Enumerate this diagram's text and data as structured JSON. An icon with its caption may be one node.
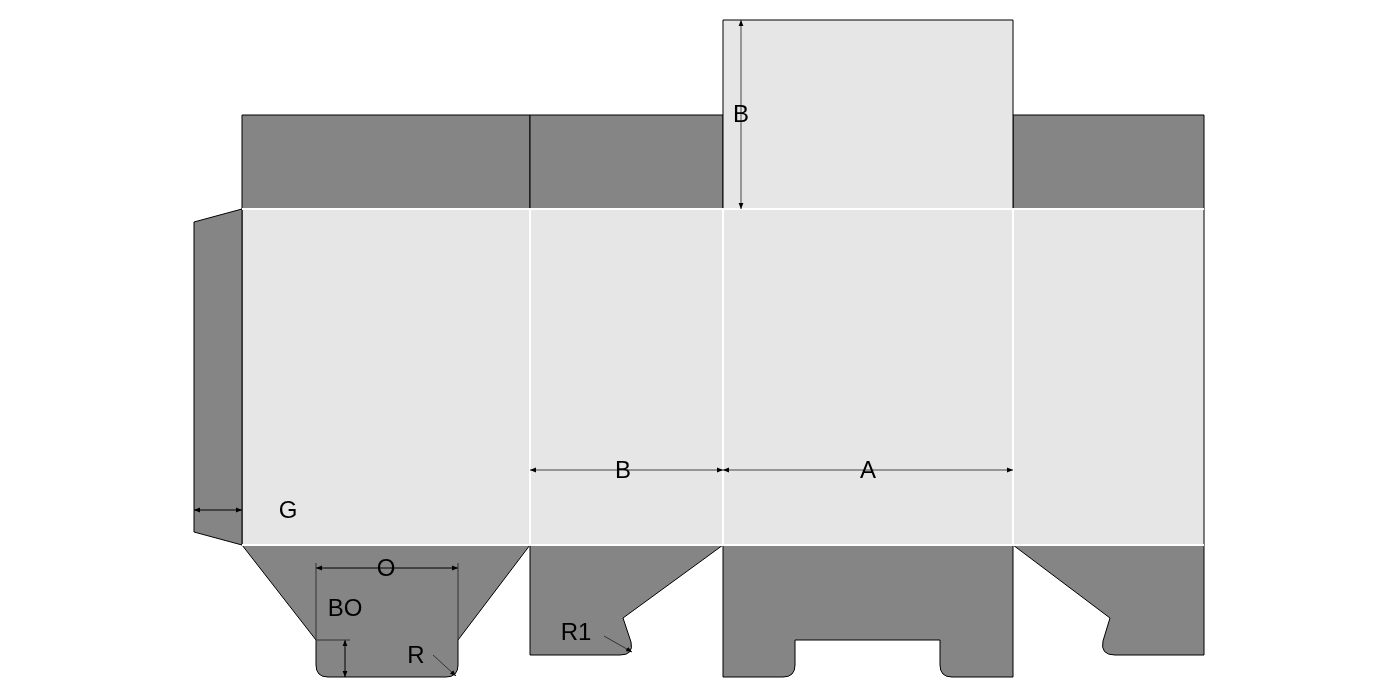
{
  "diagram": {
    "nodes": [
      {
        "text": [
          "R"
        ]
      },
      {
        "text": [
          "R1"
        ]
      }
    ],
    "edges": [
      {
        "from": 0,
        "to": null,
        "arrow": "to"
      },
      {
        "from": 1,
        "to": null,
        "arrow": "to"
      }
    ],
    "labels": [
      "B",
      "B",
      "A",
      "G",
      "O",
      "BO"
    ]
  }
}
